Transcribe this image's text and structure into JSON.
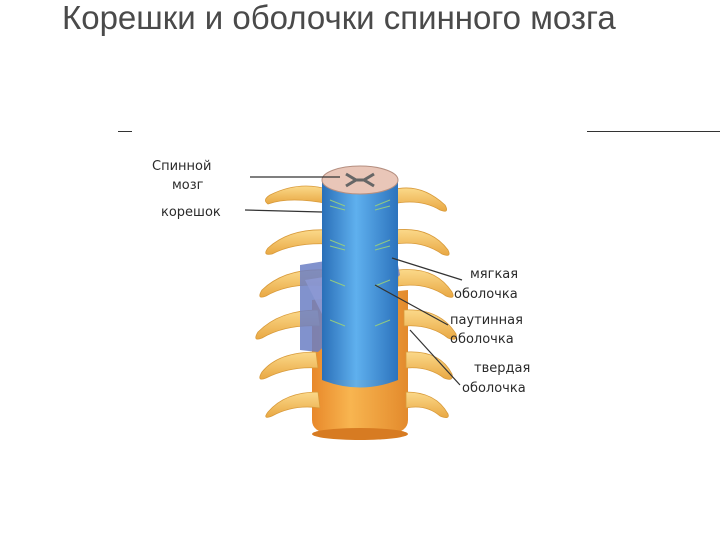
{
  "slide": {
    "title": "Корешки и оболочки спинного мозга"
  },
  "diagram": {
    "labels": {
      "spinal_cord_line1": "Спинной",
      "spinal_cord_line2": "мозг",
      "root": "корешок",
      "pia_line1": "мягкая",
      "pia_line2": "оболочка",
      "arachnoid_line1": "паутинная",
      "arachnoid_line2": "оболочка",
      "dura_line1": "твердая",
      "dura_line2": "оболочка"
    },
    "colors": {
      "cord": "#3f8fd4",
      "dura": "#f1a12e",
      "nerve": "#f3c060",
      "arachnoid": "#6b7fc4"
    }
  }
}
